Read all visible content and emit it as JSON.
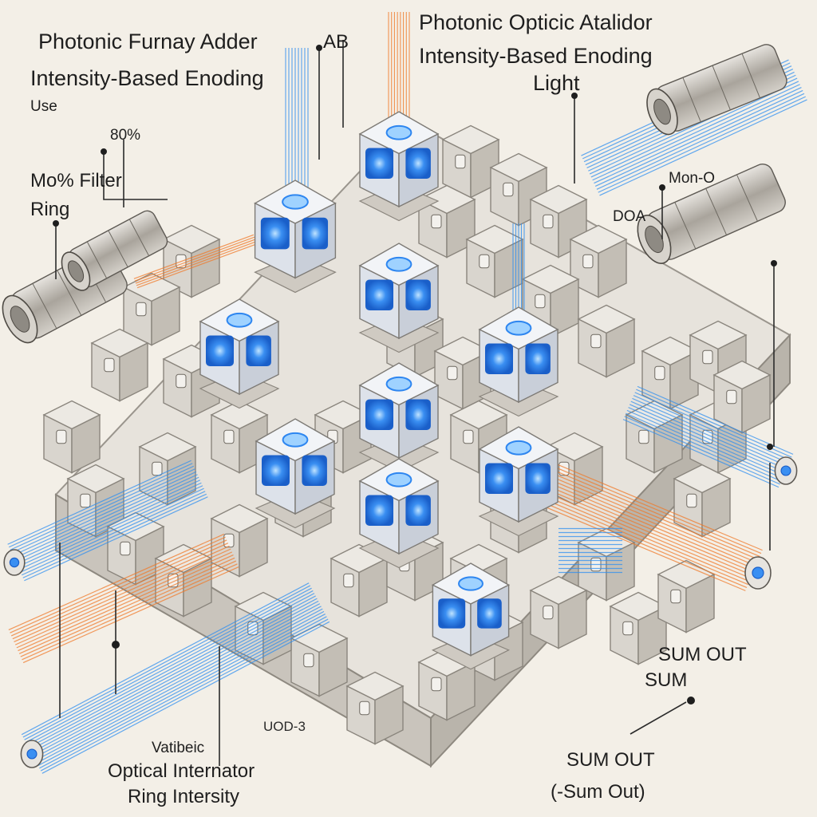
{
  "labels": {
    "title_left": "Photonic Furnay Adder",
    "title_left_tag": "AB",
    "sub_left": "Intensity-Based Enoding",
    "use": "Use",
    "pct_top": "80%",
    "filter_line1": "Mo% Filter",
    "filter_line2": "Ring",
    "title_right": "Photonic Opticic Atalidor",
    "sub_right": "Intensity-Based Enoding",
    "light": "Light",
    "mon": "Mon-O",
    "doa": "DOA",
    "sum_out_top": "SUM OUT",
    "sum_top": "SUM",
    "uod": "UOD-3",
    "vatibeic": "Vatibeic",
    "optical_integrator": "Optical Internator",
    "ring_intensity": "Ring Intersity",
    "sum_out_bottom": "SUM OUT",
    "sum_out_paren": "(-Sum Out)"
  },
  "colors": {
    "blue_beam": "#2f8ff0",
    "orange_beam": "#f07a2a",
    "cube_top": "#f2f4f7",
    "cube_face": "#dde2ea",
    "cube_glow": "#2e86f0",
    "base_block": "#d9d5ce",
    "background": "#f3efe7"
  },
  "icons": {
    "detector": "lens-ring-icon",
    "source": "fiber-coupler-icon",
    "node": "photonic-cube-icon"
  }
}
